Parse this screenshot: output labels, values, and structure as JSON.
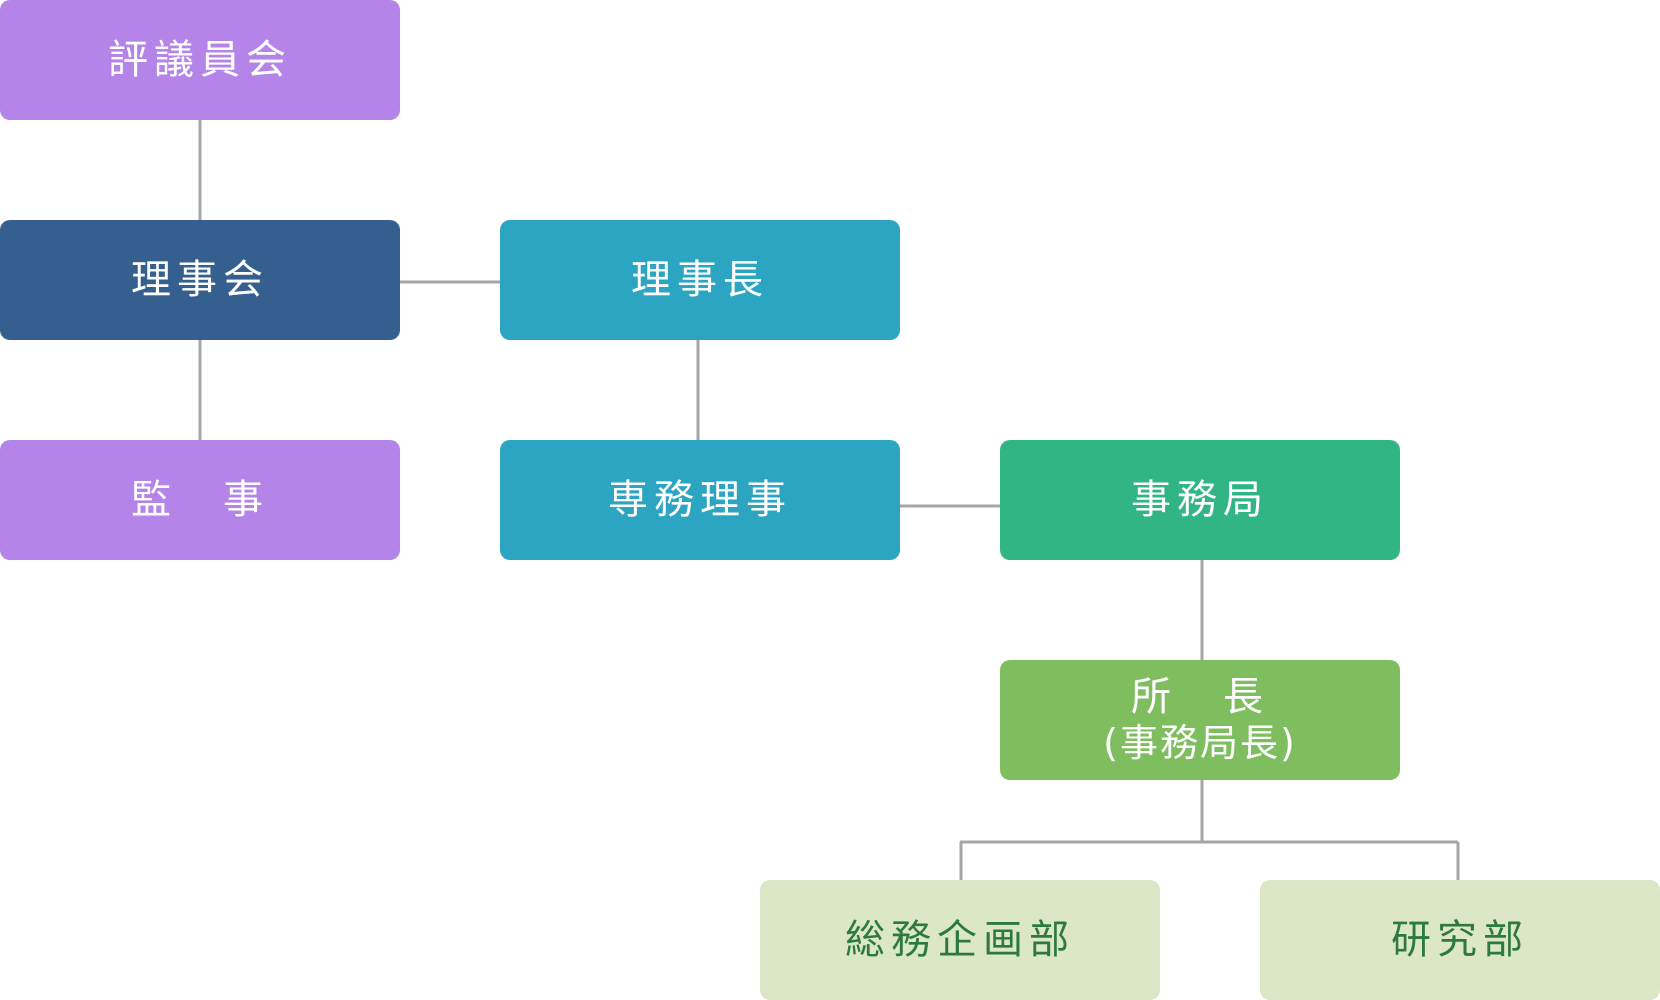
{
  "colors": {
    "purple": "#b484e8",
    "navy": "#355f8f",
    "teal": "#2ba5c2",
    "green": "#32b585",
    "lightgreen": "#7fbe5f",
    "palegreen": "#dbe7c6",
    "darkgreen_text": "#2d7a3e",
    "connector": "#a6a6a6"
  },
  "nodes": {
    "council": "評議員会",
    "board": "理事会",
    "auditor": "監　事",
    "chair": "理事長",
    "managing_director": "専務理事",
    "secretariat": "事務局",
    "director": "所　長",
    "director_sub": "(事務局長)",
    "general_planning": "総務企画部",
    "research": "研究部"
  }
}
